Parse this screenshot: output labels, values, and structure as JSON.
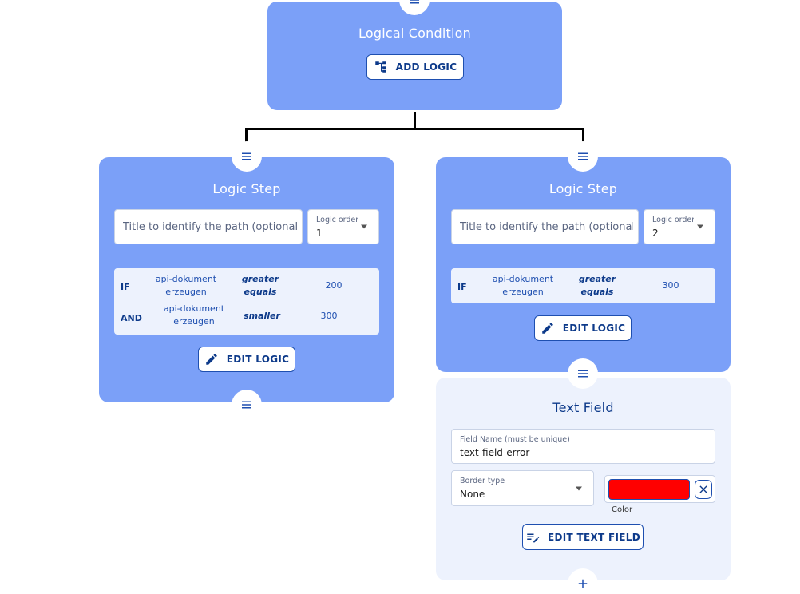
{
  "colors": {
    "card_blue": "#7ba0f8",
    "card_light": "#edf2fd",
    "accent": "#0d3a8a",
    "swatch": "#ff0000",
    "connector": "#000000"
  },
  "logical_condition": {
    "title": "Logical Condition",
    "add_logic_label": "ADD LOGIC"
  },
  "logic_steps": [
    {
      "title": "Logic Step",
      "title_placeholder": "Title to identify the path (optional)",
      "order_label": "Logic order",
      "order_value": "1",
      "conditions": [
        {
          "keyword": "IF",
          "field_line1": "api-dokument",
          "field_line2": "erzeugen",
          "op_line1": "greater",
          "op_line2": "equals",
          "value": "200"
        },
        {
          "keyword": "AND",
          "field_line1": "api-dokument",
          "field_line2": "erzeugen",
          "op_line1": "smaller",
          "op_line2": "",
          "value": "300"
        }
      ],
      "edit_label": "EDIT LOGIC"
    },
    {
      "title": "Logic Step",
      "title_placeholder": "Title to identify the path (optional)",
      "order_label": "Logic order",
      "order_value": "2",
      "conditions": [
        {
          "keyword": "IF",
          "field_line1": "api-dokument",
          "field_line2": "erzeugen",
          "op_line1": "greater",
          "op_line2": "equals",
          "value": "300"
        }
      ],
      "edit_label": "EDIT LOGIC"
    }
  ],
  "text_field": {
    "title": "Text Field",
    "field_name_label": "Field Name (must be unique)",
    "field_name_value": "text-field-error",
    "border_type_label": "Border type",
    "border_type_value": "None",
    "color_label": "Color",
    "edit_label": "EDIT TEXT FIELD"
  },
  "icons": {
    "drag_handle": "menu-icon",
    "add_logic": "hierarchy-icon",
    "edit": "pencil-icon",
    "edit_text": "edit-note-icon",
    "clear": "close-icon",
    "add": "plus-icon"
  }
}
